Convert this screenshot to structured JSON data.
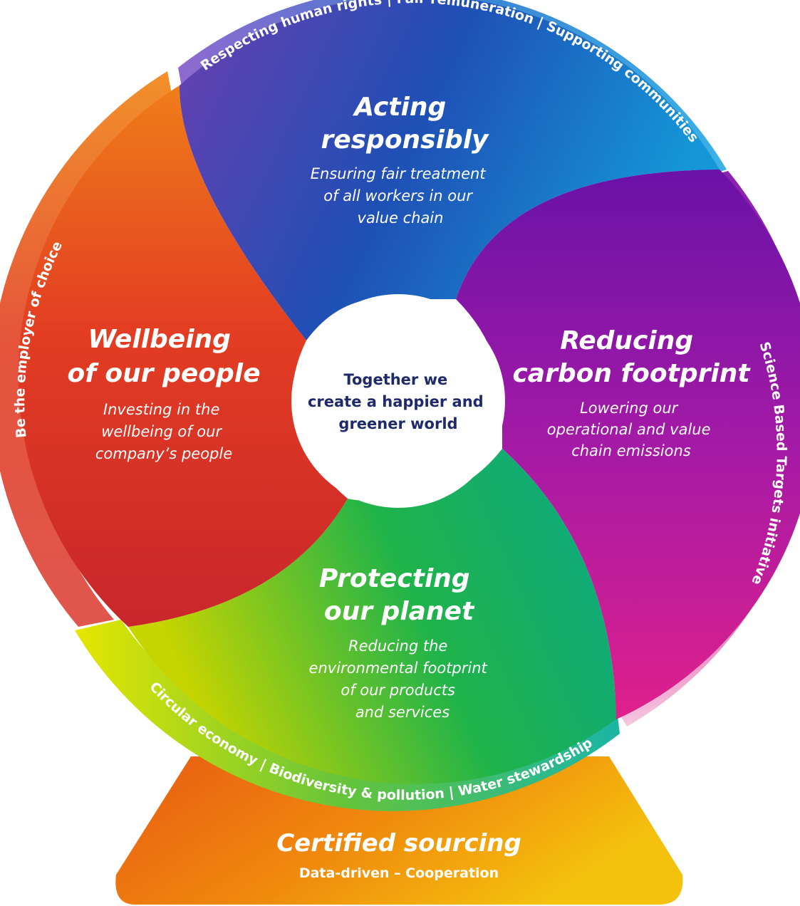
{
  "center": {
    "lines": [
      "Together we",
      "create a happier and",
      "greener world"
    ]
  },
  "segments": {
    "acting": {
      "title": [
        "Acting",
        "responsibly"
      ],
      "desc": [
        "Ensuring fair treatment",
        "of all workers in our",
        "value chain"
      ],
      "ring": "Respecting human rights | Fair remuneration | Supporting communities",
      "colors": [
        "#6b3fb0",
        "#1f4fb5",
        "#1496d8"
      ]
    },
    "carbon": {
      "title": [
        "Reducing",
        "carbon footprint"
      ],
      "desc": [
        "Lowering our",
        "operational and value",
        "chain emissions"
      ],
      "ring": "Science Based Targets initiative",
      "colors": [
        "#6a12a8",
        "#a41aa6",
        "#e0208c"
      ]
    },
    "planet": {
      "title": [
        "Protecting",
        "our planet"
      ],
      "desc": [
        "Reducing the",
        "environmental footprint",
        "of our products",
        "and services"
      ],
      "ring": "Circular economy | Biodiversity & pollution | Water stewardship",
      "colors": [
        "#c6d400",
        "#1fb34a",
        "#0aa88a"
      ]
    },
    "people": {
      "title": [
        "Wellbeing",
        "of our people"
      ],
      "desc": [
        "Investing in the",
        "wellbeing of our",
        "company’s people"
      ],
      "ring": "Be the employer of choice",
      "colors": [
        "#ef7d1a",
        "#e33d22",
        "#c8262b"
      ]
    }
  },
  "base": {
    "title": "Certified sourcing",
    "subtitle": "Data-driven – Cooperation",
    "colors": [
      "#e85a12",
      "#f08a0d",
      "#f4c20d"
    ]
  }
}
